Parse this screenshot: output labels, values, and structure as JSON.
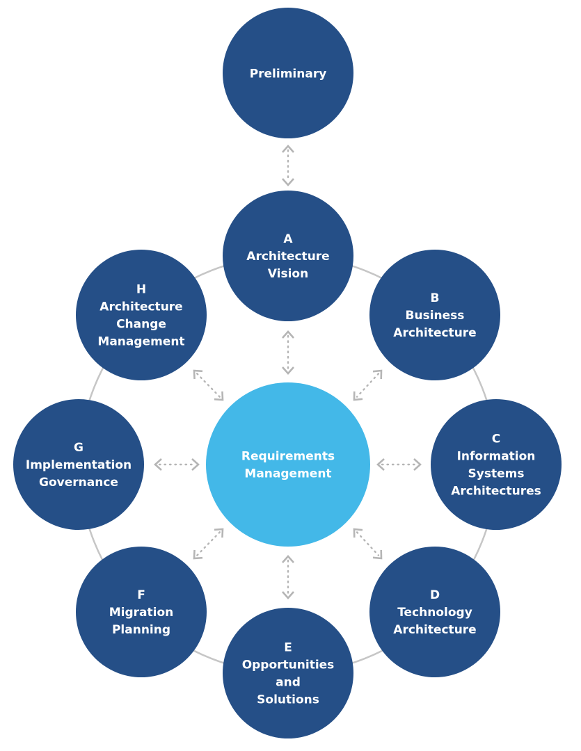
{
  "title": "TOGAF Architecture Development Method cycle",
  "colors": {
    "phase_fill": "#254f87",
    "center_fill": "#43b8e8",
    "ring_stroke": "#c6c6c6",
    "arrow_stroke": "#b5b5b5",
    "label_text": "#ffffff"
  },
  "preliminary": {
    "id": "preliminary",
    "lines": [
      "Preliminary"
    ]
  },
  "center": {
    "id": "requirements-management",
    "lines": [
      "Requirements",
      "Management"
    ]
  },
  "phases": [
    {
      "id": "a",
      "lines": [
        "A",
        "Architecture",
        "Vision"
      ]
    },
    {
      "id": "b",
      "lines": [
        "B",
        "Business",
        "Architecture"
      ]
    },
    {
      "id": "c",
      "lines": [
        "C",
        "Information",
        "Systems",
        "Architectures"
      ]
    },
    {
      "id": "d",
      "lines": [
        "D",
        "Technology",
        "Architecture"
      ]
    },
    {
      "id": "e",
      "lines": [
        "E",
        "Opportunities",
        "and",
        "Solutions"
      ]
    },
    {
      "id": "f",
      "lines": [
        "F",
        "Migration",
        "Planning"
      ]
    },
    {
      "id": "g",
      "lines": [
        "G",
        "Implementation",
        "Governance"
      ]
    },
    {
      "id": "h",
      "lines": [
        "H",
        "Architecture",
        "Change",
        "Management"
      ]
    }
  ],
  "connectors": [
    {
      "from": "preliminary",
      "to": "a",
      "type": "bidirectional-dotted"
    },
    {
      "from": "requirements-management",
      "to": "a",
      "type": "bidirectional-dotted"
    },
    {
      "from": "requirements-management",
      "to": "b",
      "type": "bidirectional-dotted"
    },
    {
      "from": "requirements-management",
      "to": "c",
      "type": "bidirectional-dotted"
    },
    {
      "from": "requirements-management",
      "to": "d",
      "type": "bidirectional-dotted"
    },
    {
      "from": "requirements-management",
      "to": "e",
      "type": "bidirectional-dotted"
    },
    {
      "from": "requirements-management",
      "to": "f",
      "type": "bidirectional-dotted"
    },
    {
      "from": "requirements-management",
      "to": "g",
      "type": "bidirectional-dotted"
    },
    {
      "from": "requirements-management",
      "to": "h",
      "type": "bidirectional-dotted"
    }
  ]
}
